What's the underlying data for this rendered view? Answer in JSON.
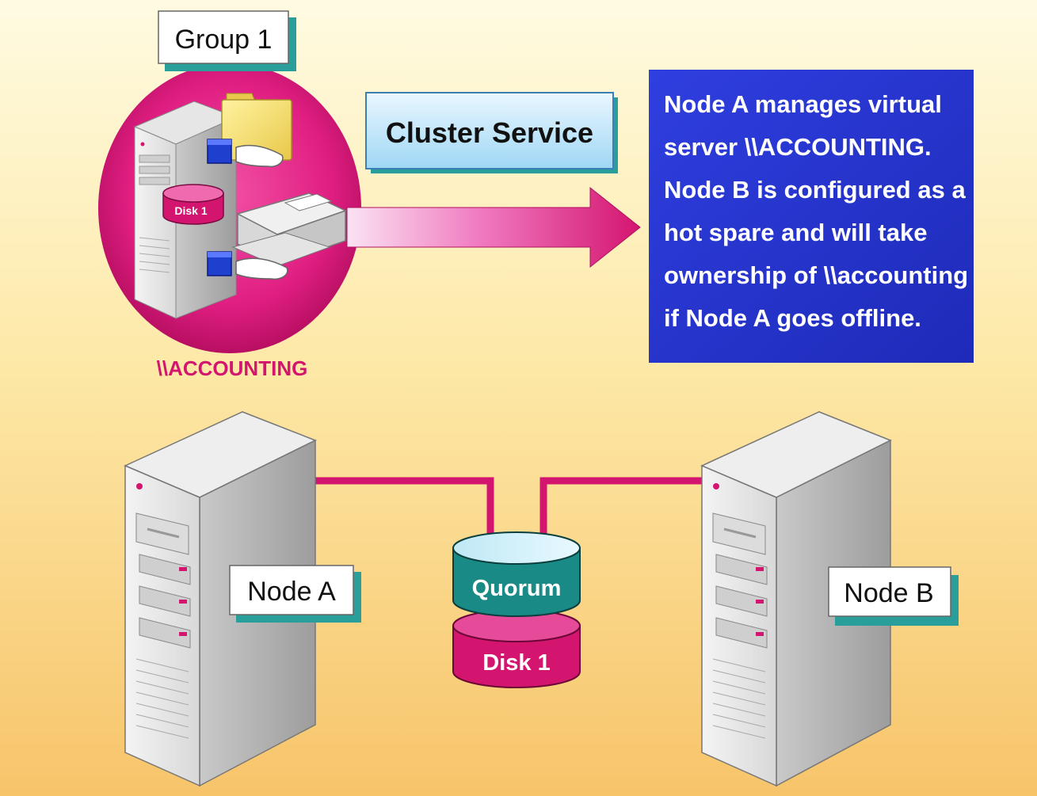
{
  "group_label": "Group 1",
  "cluster_service_label": "Cluster Service",
  "group_disk_label": "Disk 1",
  "virtual_server_label": "\\\\ACCOUNTING",
  "info_text": {
    "line1": "Node A manages virtual",
    "line2": "server \\\\ACCOUNTING.",
    "line3": "Node B is configured as a",
    "line4": "hot spare and will take",
    "line5": "ownership of \\\\accounting",
    "line6": "if Node A goes offline."
  },
  "node_a_label": "Node A",
  "node_b_label": "Node B",
  "quorum_label": "Quorum",
  "shared_disk_label": "Disk 1",
  "colors": {
    "background_top": "#fffbe0",
    "background_bottom": "#f7c76a",
    "magenta": "#d4156f",
    "info_box": "#2733c9",
    "teal": "#1a8a86",
    "shadow_teal": "#2a9e9a",
    "label_red": "#d4156f"
  }
}
